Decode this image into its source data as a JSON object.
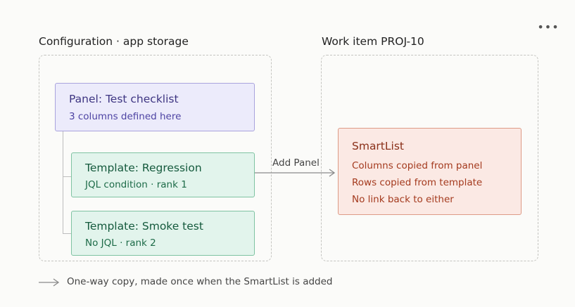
{
  "menu": {
    "more_label": "•••"
  },
  "left_section": {
    "title": "Configuration · app storage",
    "panel": {
      "title": "Panel: Test checklist",
      "subtitle": "3 columns defined here"
    },
    "templates": [
      {
        "title": "Template: Regression",
        "subtitle": "JQL condition · rank 1"
      },
      {
        "title": "Template: Smoke test",
        "subtitle": "No JQL · rank 2"
      }
    ]
  },
  "connector": {
    "label": "Add Panel"
  },
  "right_section": {
    "title": "Work item PROJ-10",
    "smartlist": {
      "title": "SmartList",
      "lines": [
        "Columns copied from panel",
        "Rows copied from template",
        "No link back to either"
      ]
    }
  },
  "legend": {
    "text": "One-way copy, made once when the SmartList is added"
  },
  "colors": {
    "panel_fill": "#ecebfb",
    "panel_border": "#a9a3dd",
    "template_fill": "#e2f4ec",
    "template_border": "#7fc3a2",
    "smartlist_fill": "#fbe9e4",
    "smartlist_border": "#dd9a86",
    "arrow": "#8a8a8a"
  }
}
